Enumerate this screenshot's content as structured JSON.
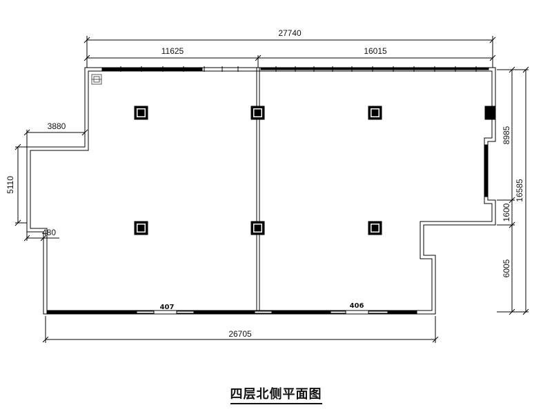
{
  "title": "四层北侧平面图",
  "dimensions": {
    "overall_top": "27740",
    "left_span": "11625",
    "right_span": "16015",
    "left_offset": "3880",
    "left_height": "5110",
    "small_offset": "480",
    "bottom_width": "26705",
    "right_upper": "8985",
    "right_mid": "1600",
    "right_lower": "6005",
    "right_total": "16585"
  },
  "rooms": {
    "left_room": "407",
    "right_room": "406"
  }
}
